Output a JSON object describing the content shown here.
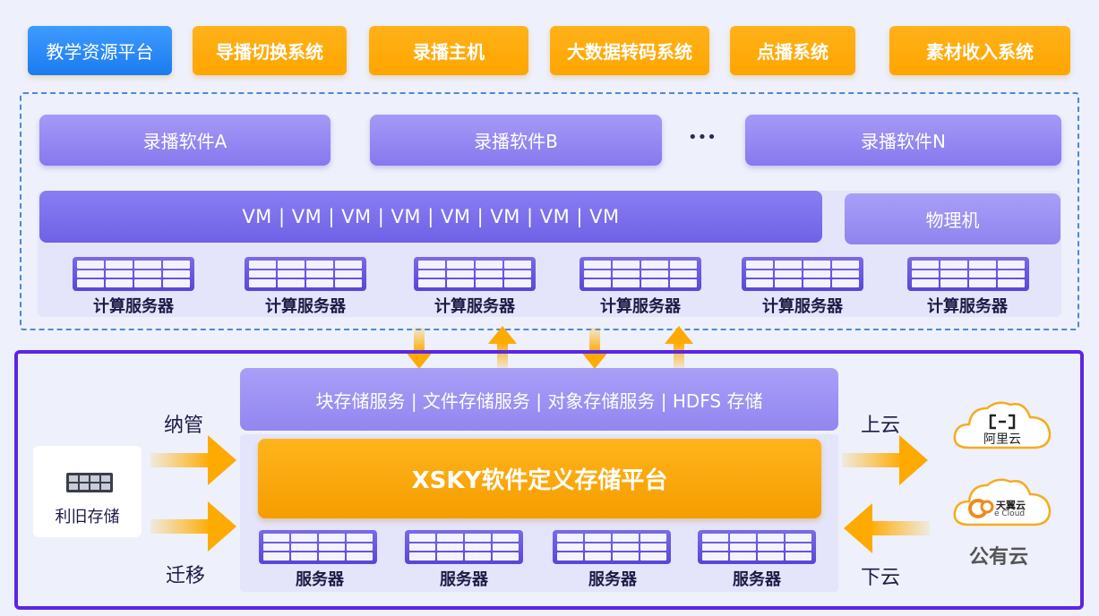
{
  "top_bar": [
    {
      "label": "教学资源平台",
      "style": "blue"
    },
    {
      "label": "导播切换系统",
      "style": "orange"
    },
    {
      "label": "录播主机",
      "style": "orange"
    },
    {
      "label": "大数据转码系统",
      "style": "orange"
    },
    {
      "label": "点播系统",
      "style": "orange"
    },
    {
      "label": "素材收入系统",
      "style": "orange"
    }
  ],
  "compute": {
    "software": [
      "录播软件A",
      "录播软件B",
      "录播软件N"
    ],
    "ellipsis": "•••",
    "vm_bar": "VM | VM | VM | VM | VM | VM | VM | VM",
    "physical": "物理机",
    "server_label": "计算服务器"
  },
  "storage": {
    "services": "块存储服务 | 文件存储服务 | 对象存储服务 | HDFS 存储",
    "platform": "XSKY软件定义存储平台",
    "server_label": "服务器"
  },
  "legacy": {
    "label": "利旧存储",
    "manage": "纳管",
    "migrate": "迁移"
  },
  "cloud": {
    "upload": "上云",
    "download": "下云",
    "aliyun": "阿里云",
    "tianyi": "天翼云",
    "tianyi_sub": "e Cloud",
    "public": "公有云"
  },
  "colors": {
    "orange": "#ffa500",
    "blue": "#1c7bef",
    "purple": "#6f62e6",
    "frame": "#5b26e6"
  }
}
